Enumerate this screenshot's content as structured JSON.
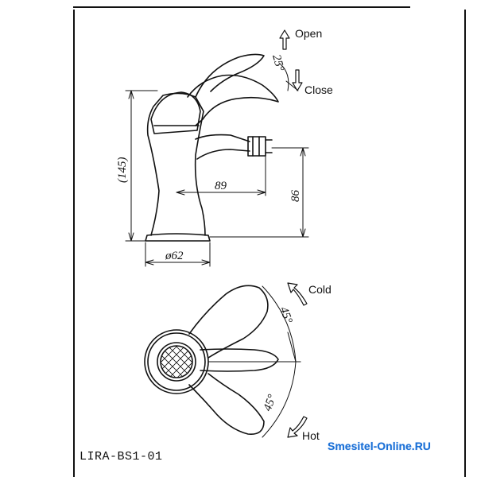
{
  "top_view": {
    "dim_height": "(145)",
    "dim_reach": "89",
    "dim_spout_height": "86",
    "dim_base": "ø62",
    "angle_open": "25°",
    "label_open": "Open",
    "label_close": "Close"
  },
  "plan_view": {
    "angle_cold": "45°",
    "angle_hot": "45°",
    "label_cold": "Cold",
    "label_hot": "Hot"
  },
  "model": "LIRA-BS1-01",
  "watermark": "Smesitel-Online.RU",
  "colors": {
    "line": "#111111",
    "watermark": "#1a6fd6"
  }
}
